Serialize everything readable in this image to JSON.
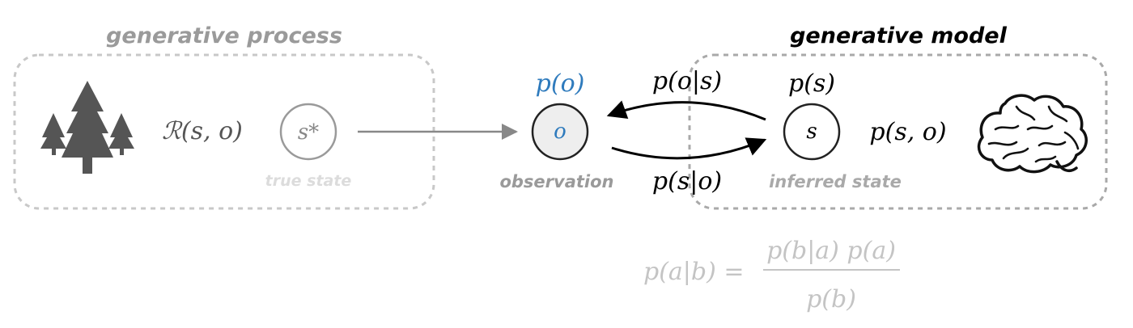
{
  "titles": {
    "process": "generative process",
    "model": "generative model"
  },
  "process": {
    "reward": "ℛ(s, o)",
    "true_state_symbol": "s*",
    "true_state_label": "true state"
  },
  "observation": {
    "prior": "p(o)",
    "symbol": "o",
    "label": "observation"
  },
  "arrows": {
    "likelihood": "p(o|s)",
    "posterior": "p(s|o)"
  },
  "inferred": {
    "prior": "p(s)",
    "symbol": "s",
    "label": "inferred state",
    "joint": "p(s, o)"
  },
  "bayes": {
    "lhs": "p(a|b) =",
    "numerator": "p(b|a) p(a)",
    "denominator": "p(b)"
  },
  "colors": {
    "accent_blue": "#2f7bbd",
    "gray_dark": "#555555",
    "gray_mid": "#888888",
    "gray_light": "#bdbdbd",
    "dash": "#c8c8c8"
  },
  "icons": {
    "trees": "pine-trees-icon",
    "brain": "brain-icon"
  }
}
